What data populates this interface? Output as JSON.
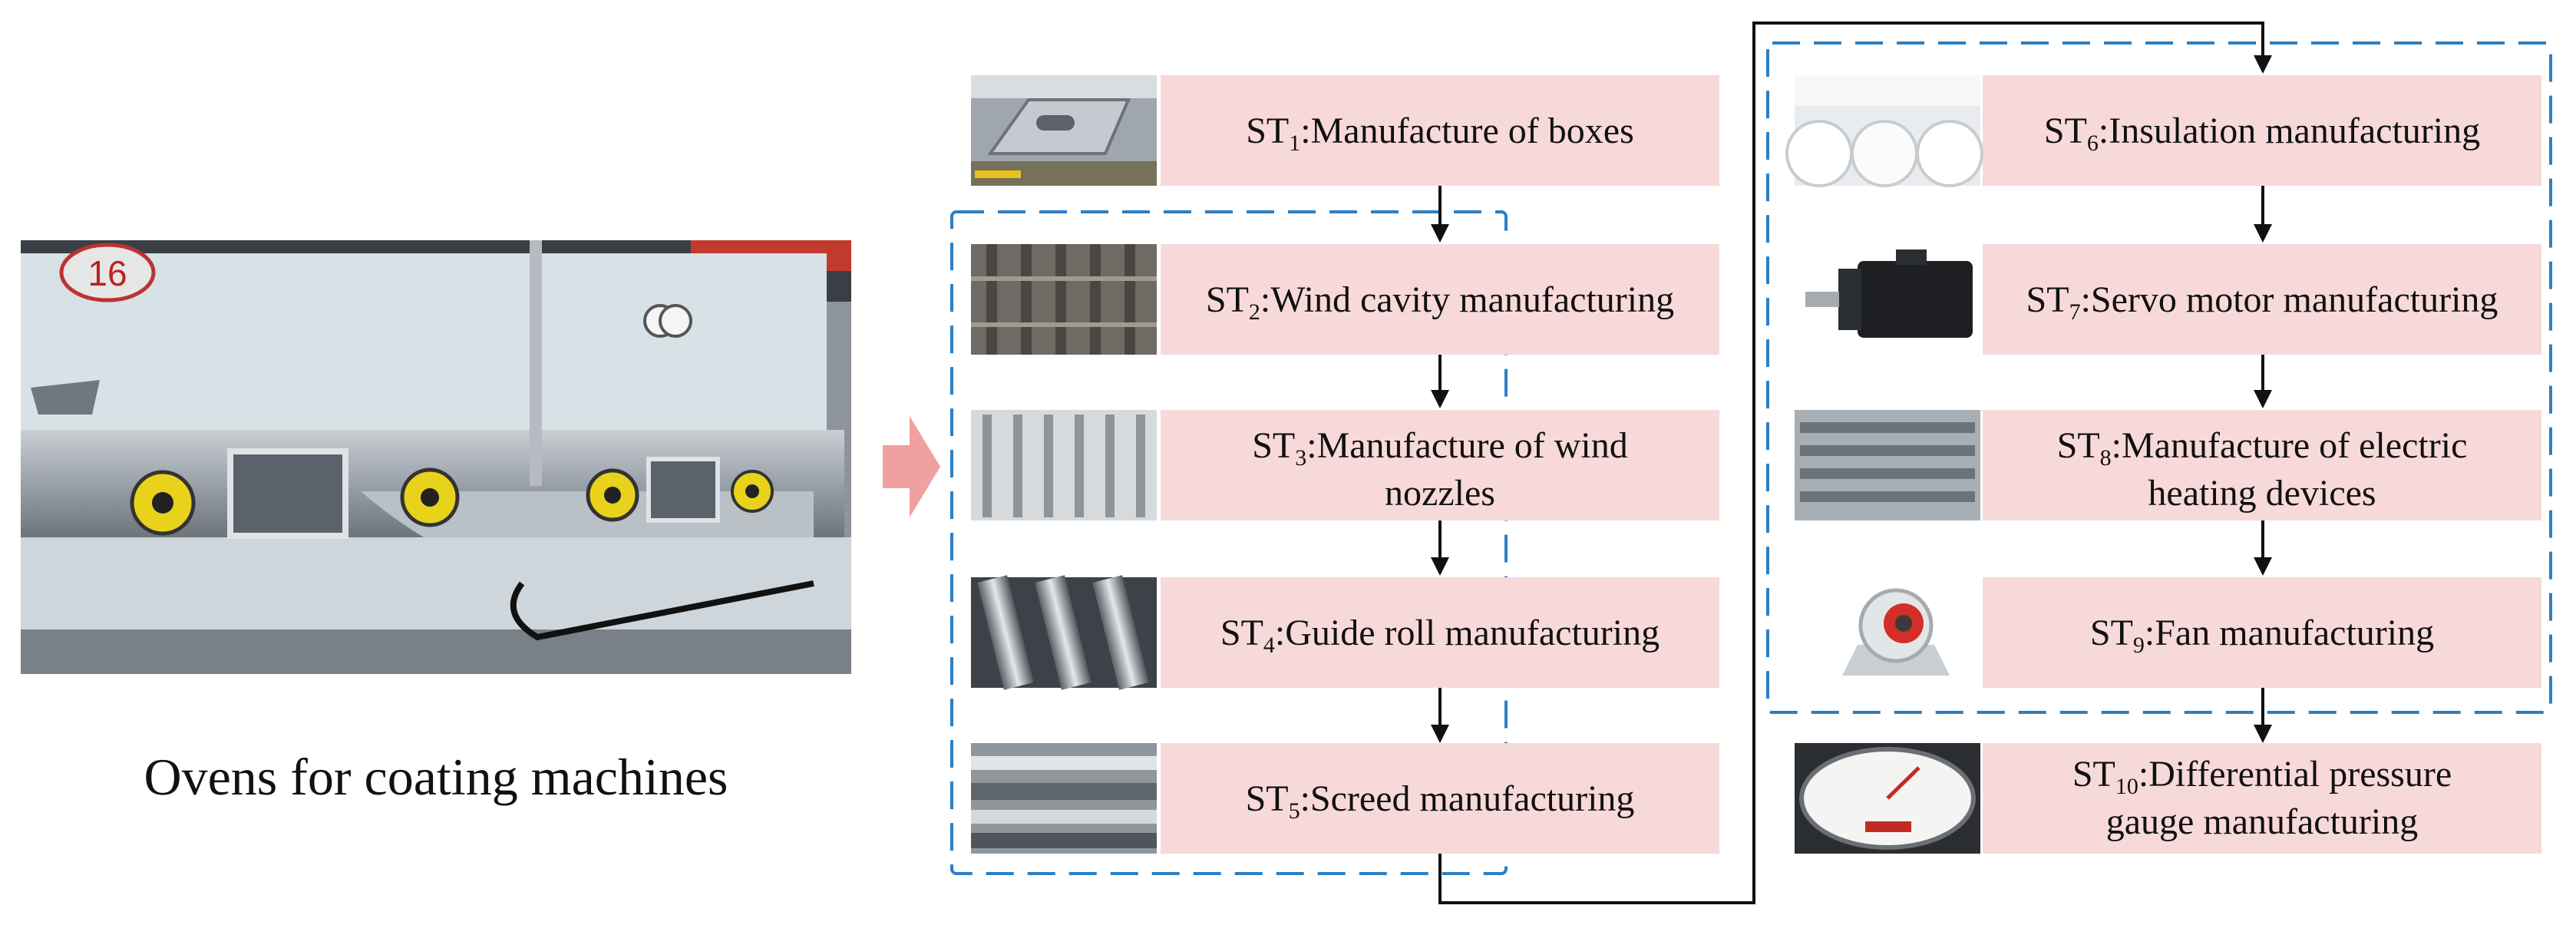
{
  "caption": "Ovens for coating machines",
  "oven_photo": {
    "number_plate": "16"
  },
  "stages": [
    {
      "id": "st1",
      "prefix": "ST",
      "sub": "1",
      "lines": [
        ":Manufacture of boxes"
      ],
      "image": "steel-box-frame"
    },
    {
      "id": "st2",
      "prefix": "ST",
      "sub": "2",
      "lines": [
        ":Wind cavity manufacturing"
      ],
      "image": "wind-cavity-panel"
    },
    {
      "id": "st3",
      "prefix": "ST",
      "sub": "3",
      "lines": [
        ":Manufacture of wind",
        "nozzles"
      ],
      "image": "wind-nozzle-rack"
    },
    {
      "id": "st4",
      "prefix": "ST",
      "sub": "4",
      "lines": [
        ":Guide roll manufacturing"
      ],
      "image": "guide-rolls"
    },
    {
      "id": "st5",
      "prefix": "ST",
      "sub": "5",
      "lines": [
        ":Screed manufacturing"
      ],
      "image": "screed-bars"
    },
    {
      "id": "st6",
      "prefix": "ST",
      "sub": "6",
      "lines": [
        ":Insulation manufacturing"
      ],
      "image": "insulation-rolls"
    },
    {
      "id": "st7",
      "prefix": "ST",
      "sub": "7",
      "lines": [
        ":Servo motor manufacturing"
      ],
      "image": "servo-motor"
    },
    {
      "id": "st8",
      "prefix": "ST",
      "sub": "8",
      "lines": [
        ":Manufacture of electric",
        "heating devices"
      ],
      "image": "electric-heater"
    },
    {
      "id": "st9",
      "prefix": "ST",
      "sub": "9",
      "lines": [
        ":Fan manufacturing"
      ],
      "image": "centrifugal-fan"
    },
    {
      "id": "st10",
      "prefix": "ST",
      "sub": "10",
      "lines": [
        ":Differential pressure",
        "gauge manufacturing"
      ],
      "image": "pressure-gauge"
    }
  ],
  "colors": {
    "stage_box": "#f8d9d9",
    "group_border": "#2b7fc4",
    "input_arrow": "#f0a0a0",
    "flow_line": "#111111"
  }
}
